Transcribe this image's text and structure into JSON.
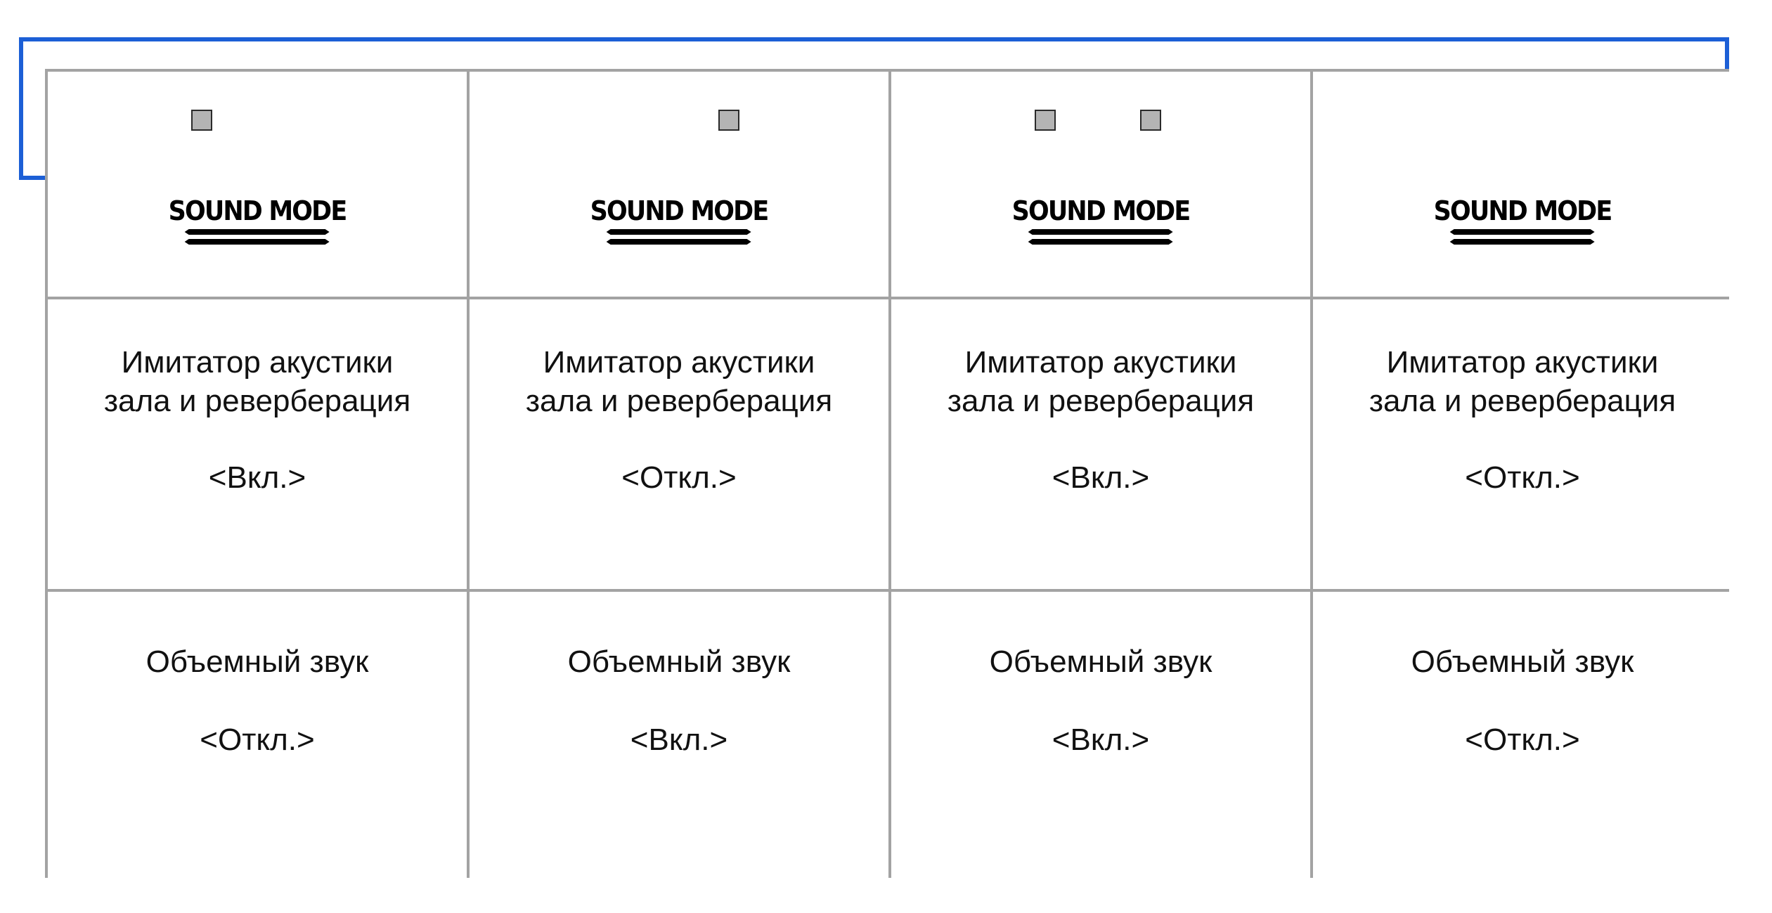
{
  "colors": {
    "arrow": "#1c5fd6",
    "grid_line": "#a3a3a3",
    "indicator_fill": "#b4b4b4"
  },
  "panels": [
    {
      "logo": "SOUND MODE",
      "indicators": [
        "left"
      ],
      "hall_label": "Имитатор акустики\nзала и реверберация",
      "hall_state": "<Вкл.>",
      "surround_label": "Объемный звук",
      "surround_state": "<Откл.>"
    },
    {
      "logo": "SOUND MODE",
      "indicators": [
        "right"
      ],
      "hall_label": "Имитатор акустики\nзала и реверберация",
      "hall_state": "<Откл.>",
      "surround_label": "Объемный звук",
      "surround_state": "<Вкл.>"
    },
    {
      "logo": "SOUND MODE",
      "indicators": [
        "left",
        "right"
      ],
      "hall_label": "Имитатор акустики\nзала и реверберация",
      "hall_state": "<Вкл.>",
      "surround_label": "Объемный звук",
      "surround_state": "<Вкл.>"
    },
    {
      "logo": "SOUND MODE",
      "indicators": [],
      "hall_label": "Имитатор акустики\nзала и реверберация",
      "hall_state": "<Откл.>",
      "surround_label": "Объемный звук",
      "surround_state": "<Откл.>"
    }
  ]
}
